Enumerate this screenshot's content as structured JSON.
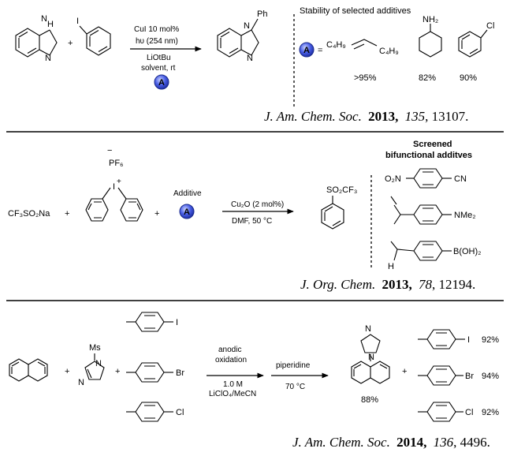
{
  "panel1": {
    "reagents": {
      "line1": "CuI 10 mol%",
      "line2": "hυ (254 nm)",
      "line3": "LiOtBu",
      "line4": "solvent, rt"
    },
    "additive_badge": "A",
    "nh_label": "H",
    "n_label": "N",
    "n_label2": "N",
    "iodo_label": "I",
    "plus": "+",
    "product_n": "N",
    "product_n2": "N",
    "product_ph": "Ph",
    "stability_title": "Stability of selected additives",
    "badge_equals": "=",
    "alkene_left": "C₄H₉",
    "alkene_right": "C₄H₉",
    "amine_label": "NH₂",
    "chloro_label": "Cl",
    "yields": [
      ">95%",
      "82%",
      "90%"
    ],
    "reference": {
      "journal": "J. Am. Chem. Soc.",
      "year": "2013,",
      "volume": "135",
      "pages": ", 13107."
    }
  },
  "panel2": {
    "sulfinate": "CF₃SO₂Na",
    "plus1": "+",
    "plus2": "+",
    "pf6": "PF₆",
    "iodonium_charge": "−",
    "iodonium_i": "I",
    "iodonium_plus": "+",
    "additive_label": "Additive",
    "additive_badge": "A",
    "conditions_line1": "Cu₂O (2 mol%)",
    "conditions_line2": "DMF, 50 °C",
    "product_label": "SO₂CF₃",
    "screened_title_line1": "Screened",
    "screened_title_line2": "bifunctional additves",
    "additive1_left": "O₂N",
    "additive1_right": "CN",
    "additive2_right": "NMe₂",
    "additive3_h": "H",
    "additive3_right": "B(OH)₂",
    "reference": {
      "journal": "J. Org. Chem.",
      "year": "2013,",
      "volume": "78",
      "pages": ", 12194."
    }
  },
  "panel3": {
    "plus1": "+",
    "plus2": "+",
    "plus3": "+",
    "imidazole_ms": "Ms",
    "imidazole_n1": "N",
    "imidazole_n2": "N",
    "halides": [
      "I",
      "Br",
      "Cl"
    ],
    "step1_line1": "anodic",
    "step1_line2": "oxidation",
    "step1_line3": "1.0 M",
    "step1_line4": "LiClO₄/MeCN",
    "step2_line1": "piperidine",
    "step2_line2": "70 °C",
    "product_n1": "N",
    "product_n2": "N",
    "product_yield": "88%",
    "halide_yields": [
      "92%",
      "94%",
      "92%"
    ],
    "reference": {
      "journal": "J. Am. Chem. Soc.",
      "year": "2014,",
      "volume": "136",
      "pages": ", 4496."
    }
  },
  "colors": {
    "badge_fill": "#3a4fd6",
    "badge_highlight": "#b9c3ff"
  }
}
